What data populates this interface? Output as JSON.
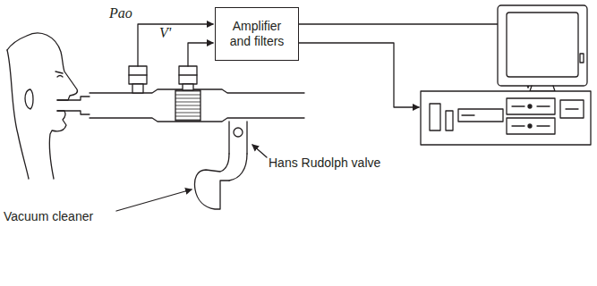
{
  "diagram": {
    "nodes": [
      {
        "text": [
          "Amplifier and filters"
        ]
      }
    ],
    "labels": [
      "Pao",
      "V'",
      "Hans Rudolph valve",
      "Vacuum cleaner"
    ]
  }
}
